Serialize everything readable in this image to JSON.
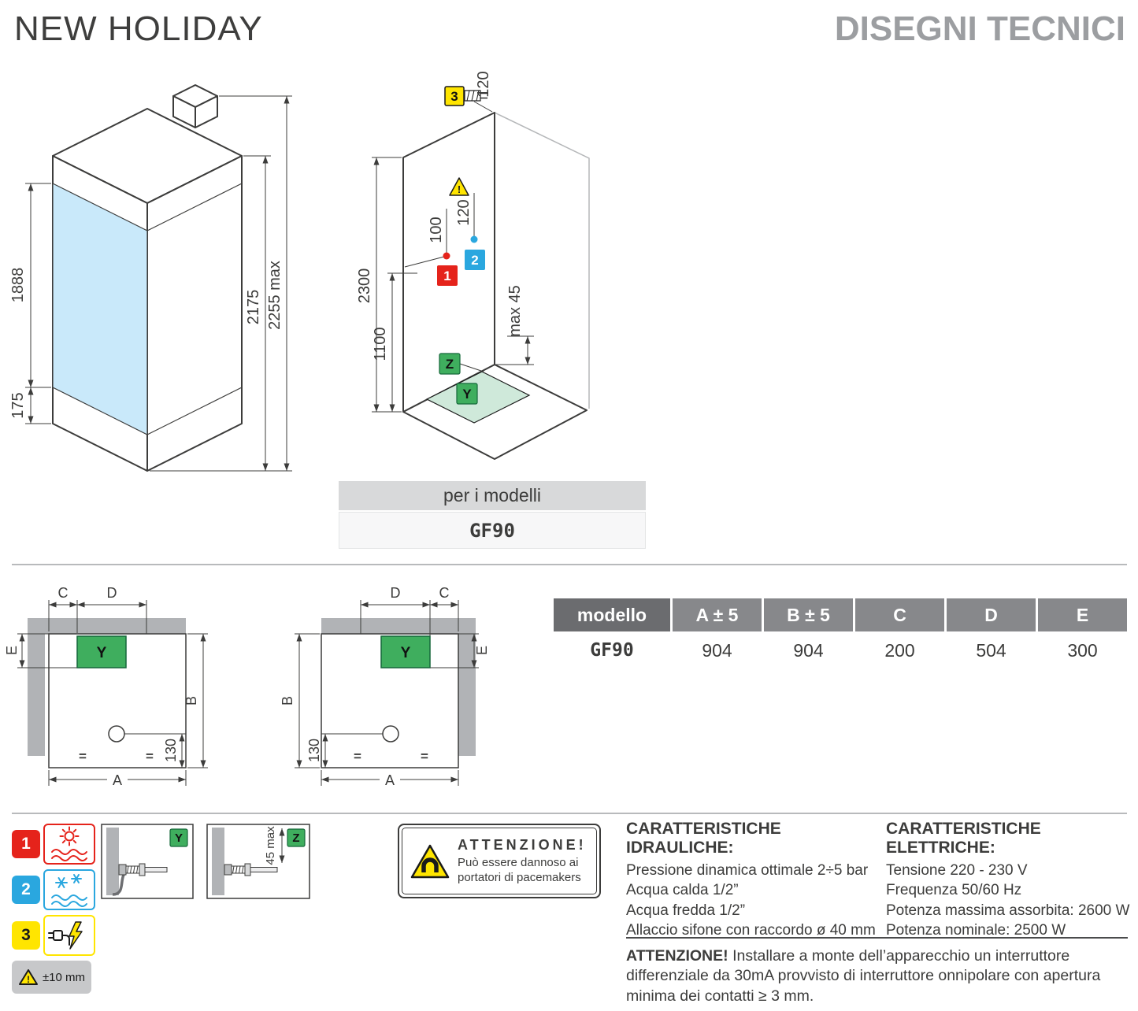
{
  "header": {
    "title": "NEW HOLIDAY",
    "subtitle": "DISEGNI TECNICI"
  },
  "iso": {
    "glass_height": "1888",
    "base_height": "175",
    "inner_height": "2175",
    "max_height": "2255 max"
  },
  "install": {
    "top_offset": "120",
    "hot_offset": "100",
    "cold_offset": "120",
    "wall_height": "2300",
    "outlet_height": "1100",
    "drain_offset": "max 45",
    "marker_hot": "1",
    "marker_cold": "2",
    "marker_power": "3",
    "marker_tray": "Y",
    "marker_drain": "Z",
    "warning": "!"
  },
  "models": {
    "label": "per i modelli",
    "value": "GF90"
  },
  "plans": {
    "a": "A",
    "b": "B",
    "c": "C",
    "d": "D",
    "e": "E",
    "drain_dim": "130",
    "equal": "=",
    "tray": "Y"
  },
  "table": {
    "headers": [
      "modello",
      "A ± 5",
      "B ± 5",
      "C",
      "D",
      "E"
    ],
    "row": {
      "model": "GF90",
      "values": [
        "904",
        "904",
        "200",
        "504",
        "300"
      ]
    }
  },
  "legend": {
    "hot": "1",
    "cold": "2",
    "power": "3",
    "tolerance": "±10 mm",
    "tray": "Y",
    "drain": "Z",
    "drain_dim": "45 max"
  },
  "attention_box": {
    "title": "ATTENZIONE!",
    "line1": "Può essere dannoso ai",
    "line2": "portatori di pacemakers"
  },
  "hydraulic": {
    "title": "CARATTERISTICHE IDRAULICHE:",
    "lines": [
      "Pressione dinamica ottimale 2÷5 bar",
      "Acqua calda 1/2”",
      "Acqua fredda 1/2”",
      "Allaccio sifone con raccordo ø 40 mm"
    ]
  },
  "electric": {
    "title": "CARATTERISTICHE ELETTRICHE:",
    "lines": [
      "Tensione 220 - 230 V",
      "Frequenza 50/60 Hz",
      "Potenza massima assorbita: 2600 W",
      "Potenza nominale: 2500 W"
    ]
  },
  "warning_note": {
    "lead": "ATTENZIONE!",
    "text": "Installare a monte dell’apparecchio un interruttore differenziale da 30mA provvisto di interruttore onnipolare con apertura minima dei contatti ≥ 3 mm."
  }
}
